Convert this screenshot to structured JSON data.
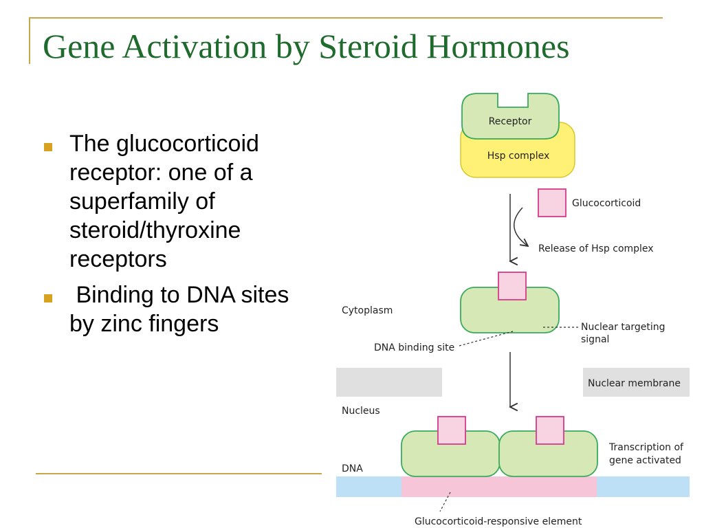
{
  "slide": {
    "title": "Gene Activation by Steroid Hormones",
    "bullets": [
      "The glucocorticoid receptor: one of a superfamily of steroid/thyroxine receptors",
      " Binding to DNA sites by zinc fingers"
    ]
  },
  "diagram": {
    "receptor_label": "Receptor",
    "hsp_complex_label": "Hsp complex",
    "glucocorticoid_label": "Glucocorticoid",
    "release_label": "Release of Hsp complex",
    "cytoplasm_label": "Cytoplasm",
    "nuclear_targeting_label_line1": "Nuclear targeting",
    "nuclear_targeting_label_line2": "signal",
    "dna_binding_site_label": "DNA binding site",
    "nuclear_membrane_label": "Nuclear membrane",
    "nucleus_label": "Nucleus",
    "transcription_label_line1": "Transcription of",
    "transcription_label_line2": "gene activated",
    "dna_label": "DNA",
    "gre_label": "Glucocorticoid-responsive element"
  },
  "colors": {
    "title_green": "#1f6b2d",
    "accent_gold": "#c8a64a",
    "bullet_gold": "#d6a21f",
    "receptor_fill": "#d5e8b6",
    "receptor_stroke": "#3aaa5c",
    "hsp_fill": "#fff176",
    "hormone_fill": "#f8d3e2",
    "hormone_stroke": "#d43a8a",
    "membrane_gray": "#e0e0e0",
    "dna_blue": "#bde0f6",
    "gre_pink": "#f6c6d8"
  }
}
